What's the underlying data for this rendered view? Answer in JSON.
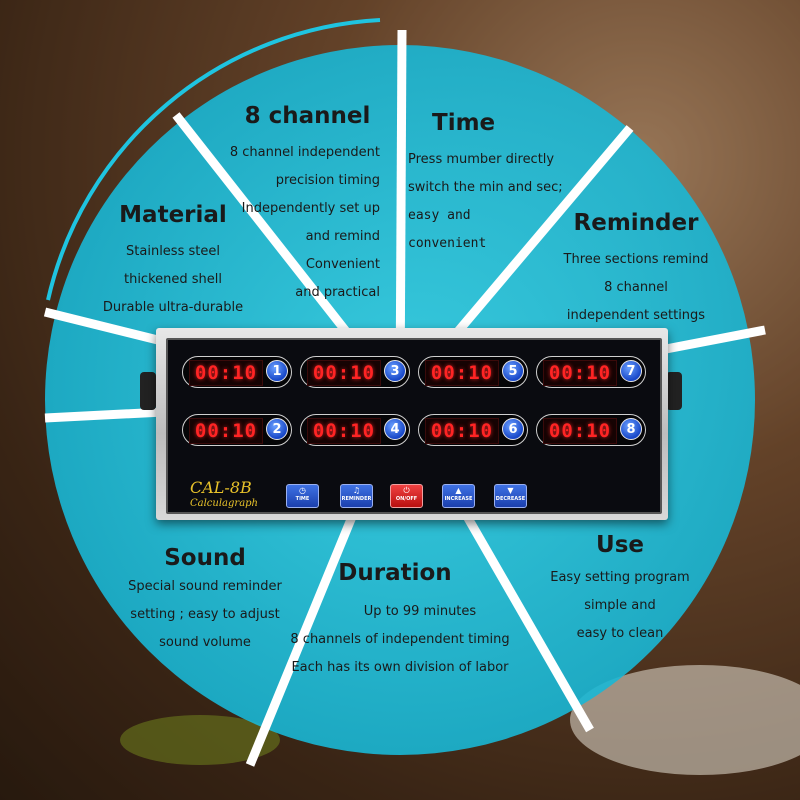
{
  "segments": {
    "material": {
      "title": "Material",
      "lines": [
        "Stainless steel",
        "thickened shell",
        "Durable ultra-durable"
      ]
    },
    "channel": {
      "title": "8 channel",
      "lines": [
        "8 channel independent",
        "precision timing",
        "Independently set up",
        "and remind",
        "Convenient",
        "and practical"
      ]
    },
    "time": {
      "title": "Time",
      "lines": [
        "Press mumber directly",
        "switch the min and sec;",
        "easy and",
        "convenient"
      ]
    },
    "reminder": {
      "title": "Reminder",
      "lines": [
        "Three sections remind",
        "8 channel",
        "independent settings"
      ]
    },
    "sound": {
      "title": "Sound",
      "lines": [
        "Special sound reminder",
        "setting ;   easy to adjust",
        "sound  volume"
      ]
    },
    "duration": {
      "title": "Duration",
      "lines": [
        "Up to 99 minutes",
        "8 channels of independent timing",
        "Each has its own division of labor"
      ]
    },
    "use": {
      "title": "Use",
      "lines": [
        "Easy setting program",
        "simple and",
        "easy to clean"
      ]
    }
  },
  "device": {
    "model": "CAL-8B",
    "subtitle": "Calculagraph",
    "timers": [
      {
        "display": "00:10",
        "channel": "1"
      },
      {
        "display": "00:10",
        "channel": "3"
      },
      {
        "display": "00:10",
        "channel": "5"
      },
      {
        "display": "00:10",
        "channel": "7"
      },
      {
        "display": "00:10",
        "channel": "2"
      },
      {
        "display": "00:10",
        "channel": "4"
      },
      {
        "display": "00:10",
        "channel": "6"
      },
      {
        "display": "00:10",
        "channel": "8"
      }
    ],
    "buttons": [
      {
        "label": "TIME",
        "icon": "clock-icon",
        "glyph": "◷"
      },
      {
        "label": "REMINDER",
        "icon": "bell-icon",
        "glyph": "♫"
      },
      {
        "label": "ON/OFF",
        "icon": "power-icon",
        "glyph": "⏻"
      },
      {
        "label": "INCREASE",
        "icon": "arrow-up-icon",
        "glyph": "▲"
      },
      {
        "label": "DECREASE",
        "icon": "arrow-down-icon",
        "glyph": "▼"
      }
    ]
  },
  "colors": {
    "accent": "#27c8e0",
    "divider": "#ffffff",
    "display": "#ff2424"
  }
}
